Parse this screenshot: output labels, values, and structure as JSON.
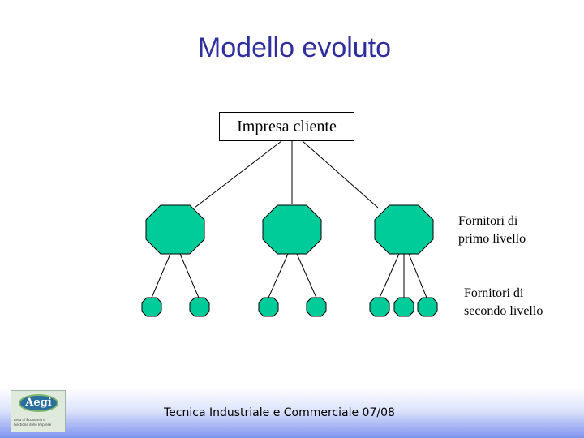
{
  "slide": {
    "title": "Modello evoluto",
    "footer": "Tecnica Industriale e Commerciale 07/08"
  },
  "diagram": {
    "root": "Impresa cliente",
    "level1_label_lines": [
      "Fornitori di",
      "primo livello"
    ],
    "level2_label_lines": [
      "Fornitori di",
      "secondo livello"
    ],
    "level1_count": 3,
    "level2_counts": [
      2,
      2,
      3
    ],
    "node_fill": "#00cc99",
    "line_color": "#000000"
  },
  "logo": {
    "name": "Aegi",
    "caption_lines": [
      "Area di Economia e",
      "Gestione delle Imprese"
    ]
  },
  "colors": {
    "title": "#2e2e9e",
    "footer_gradient_end": "#7f93ef"
  }
}
